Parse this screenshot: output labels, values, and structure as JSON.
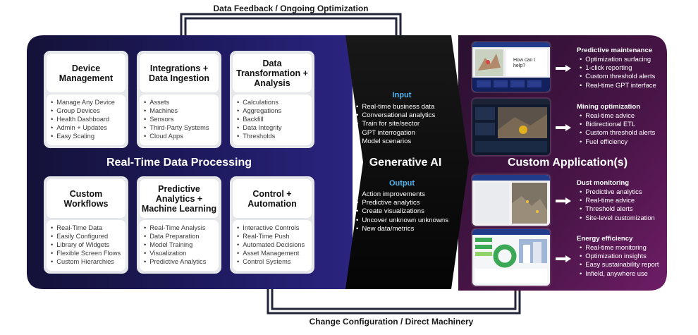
{
  "flows": {
    "top": "Data Feedback / Ongoing Optimization",
    "bottom": "Change Configuration / Direct Machinery"
  },
  "realtime": {
    "title": "Real-Time Data Processing",
    "cards": [
      {
        "title": "Device\nManagement",
        "items": [
          "Manage Any Device",
          "Group Devices",
          "Health Dashboard",
          "Admin + Updates",
          "Easy Scaling"
        ]
      },
      {
        "title": "Integrations +\nData Ingestion",
        "items": [
          "Assets",
          "Machines",
          "Sensors",
          "Third-Party Systems",
          "Cloud Apps"
        ]
      },
      {
        "title": "Data\nTransformation +\nAnalysis",
        "items": [
          "Calculations",
          "Aggregations",
          "Backfill",
          "Data Integrity",
          "Thresholds"
        ]
      },
      {
        "title": "Custom\nWorkflows",
        "items": [
          "Real-Time Data",
          "Easily Configured",
          "Library of Widgets",
          "Flexible Screen Flows",
          "Custom Hierarchies"
        ]
      },
      {
        "title": "Predictive\nAnalytics +\nMachine Learning",
        "items": [
          "Real-Time Analysis",
          "Data Preparation",
          "Model Training",
          "Visualization",
          "Predictive Analytics"
        ]
      },
      {
        "title": "Control +\nAutomation",
        "items": [
          "Interactive Controls",
          "Real-Time Push",
          "Automated Decisions",
          "Asset Management",
          "Control Systems"
        ]
      }
    ]
  },
  "genai": {
    "title": "Generative AI",
    "input_label": "Input",
    "input_items": [
      "Real-time business data",
      "Conversational analytics",
      "Train for site/sector",
      "GPT interrogation",
      "Model scenarios"
    ],
    "output_label": "Output",
    "output_items": [
      "Action improvements",
      "Predictive analytics",
      "Create visualizations",
      "Uncover unknown unknowns",
      "New data/metrics"
    ]
  },
  "apps": {
    "title": "Custom Application(s)",
    "chat_bubble": "How can I help?",
    "items": [
      {
        "title": "Predictive maintenance",
        "items": [
          "Optimization surfacing",
          "1-click reporting",
          "Custom threshold alerts",
          "Real-time GPT interface"
        ]
      },
      {
        "title": "Mining optimization",
        "items": [
          "Real-time advice",
          "Bidirectional ETL",
          "Custom threshold alerts",
          "Fuel efficiency"
        ]
      },
      {
        "title": "Dust monitoring",
        "items": [
          "Predictive analytics",
          "Real-time advice",
          "Threshold alerts",
          "Site-level customization"
        ]
      },
      {
        "title": "Energy efficiency",
        "items": [
          "Real-time monitoring",
          "Optimization insights",
          "Easy sustainability report",
          "Infield, anywhere use"
        ]
      }
    ]
  },
  "colors": {
    "left_panel": "#1b1850",
    "gen_panel": "#0d0d0d",
    "right_panel": "#3a1238",
    "accent_blue": "#4fb4ef",
    "flow_line": "#22243a"
  }
}
